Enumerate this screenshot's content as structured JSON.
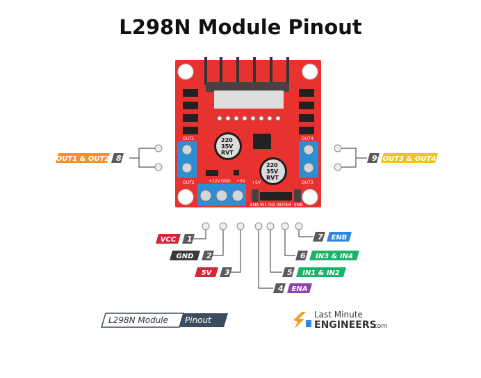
{
  "title": "L298N Module Pinout",
  "board": {
    "labels": {
      "out1": "OUT1",
      "out2": "OUT2",
      "out3": "OUT3",
      "out4": "OUT4",
      "v12": "+12V",
      "gnd": "GND",
      "v5": "+5V",
      "v5b": "+5V",
      "ena": "ENA",
      "in1": "IN1",
      "in2": "IN2",
      "in3": "IN3",
      "in4": "IN4",
      "enb": "ENB",
      "cap": [
        "220",
        "35V",
        "RVT"
      ]
    }
  },
  "pins": [
    {
      "num": "1",
      "label": "VCC",
      "color": "#d0273a"
    },
    {
      "num": "2",
      "label": "GND",
      "color": "#3a3a3a"
    },
    {
      "num": "3",
      "label": "5V",
      "color": "#d0273a"
    },
    {
      "num": "4",
      "label": "ENA",
      "color": "#8e44ad"
    },
    {
      "num": "5",
      "label": "IN1 & IN2",
      "color": "#19b36b"
    },
    {
      "num": "6",
      "label": "IN3 & IN4",
      "color": "#19b36b"
    },
    {
      "num": "7",
      "label": "ENB",
      "color": "#2e86de"
    },
    {
      "num": "8",
      "label": "OUT1 & OUT2",
      "color": "#f0932b"
    },
    {
      "num": "9",
      "label": "OUT3 & OUT4",
      "color": "#f0c419"
    }
  ],
  "number_badge_color": "#5a5a5a",
  "footer": {
    "badge_left": "L298N Module",
    "badge_right": "Pinout",
    "brand_line1": "Last Minute",
    "brand_line2": "ENGINEERS",
    "brand_suffix": ".com"
  }
}
